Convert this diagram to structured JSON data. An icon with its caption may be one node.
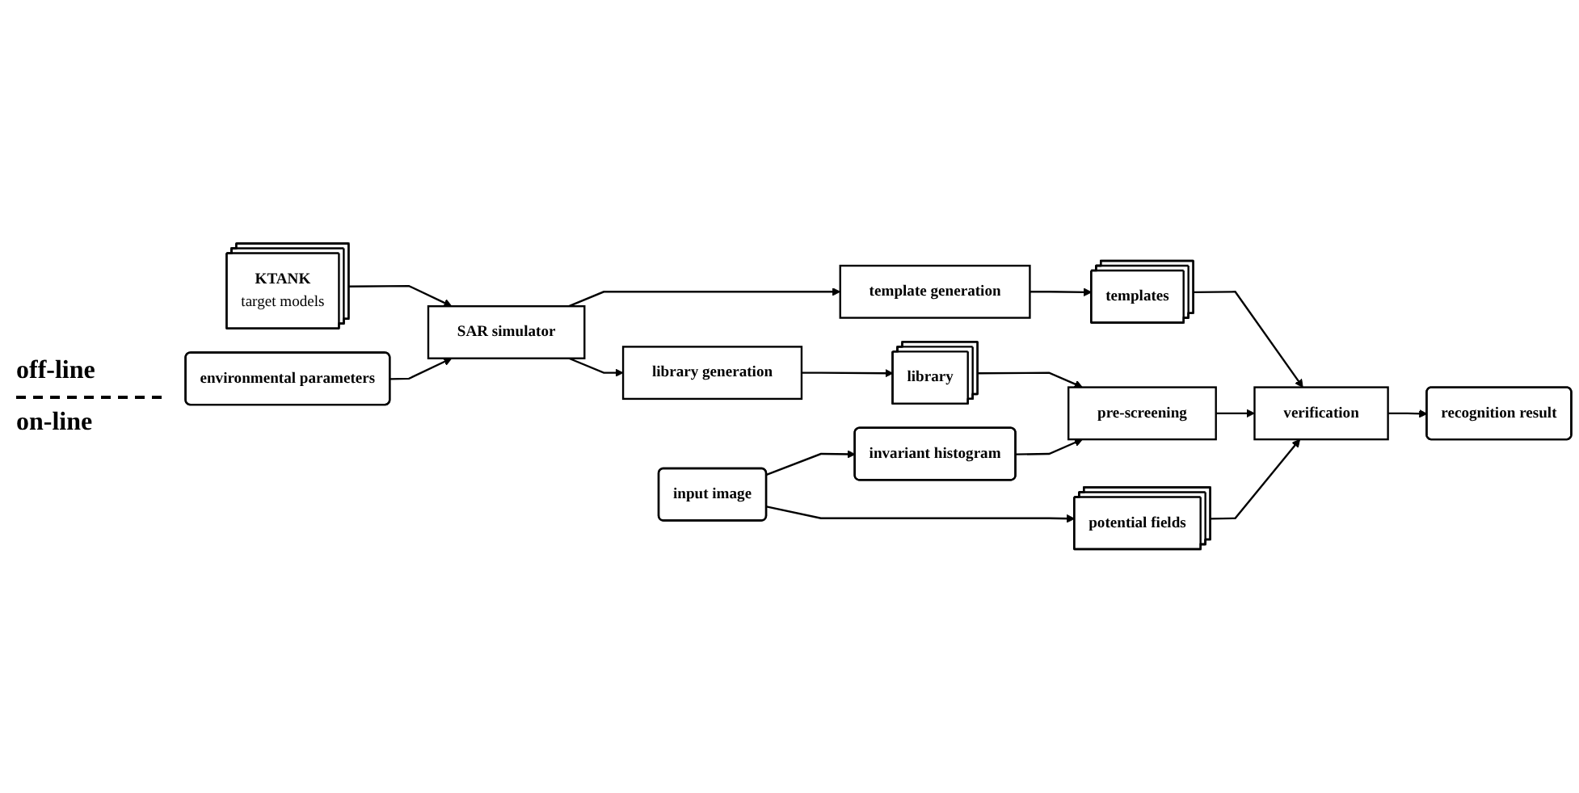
{
  "diagram": {
    "nodes": [
      {
        "text": [
          "KTANK",
          "target models"
        ]
      },
      {
        "text": [
          "environmental parameters"
        ]
      },
      {
        "text": [
          "SAR simulator"
        ]
      },
      {
        "text": [
          "template generation"
        ]
      },
      {
        "text": [
          "library generation"
        ]
      },
      {
        "text": [
          "templates"
        ]
      },
      {
        "text": [
          "library"
        ]
      },
      {
        "text": [
          "input image"
        ]
      },
      {
        "text": [
          "invariant histogram"
        ]
      },
      {
        "text": [
          "pre-screening"
        ]
      },
      {
        "text": [
          "verification"
        ]
      },
      {
        "text": [
          "recognition result"
        ]
      },
      {
        "text": [
          "potential fields"
        ]
      }
    ],
    "edges": [
      {
        "from": 0,
        "to": 2,
        "arrow": "to"
      },
      {
        "from": 1,
        "to": 2,
        "arrow": "to"
      },
      {
        "from": 2,
        "to": 3,
        "arrow": "to"
      },
      {
        "from": 2,
        "to": 4,
        "arrow": "to"
      },
      {
        "from": 3,
        "to": 5,
        "arrow": "to"
      },
      {
        "from": 4,
        "to": 6,
        "arrow": "to"
      },
      {
        "from": 6,
        "to": 9,
        "arrow": "to"
      },
      {
        "from": 5,
        "to": 10,
        "arrow": "to"
      },
      {
        "from": 7,
        "to": 8,
        "arrow": "to"
      },
      {
        "from": 7,
        "to": 12,
        "arrow": "to"
      },
      {
        "from": 8,
        "to": 9,
        "arrow": "to"
      },
      {
        "from": 9,
        "to": 10,
        "arrow": "to"
      },
      {
        "from": 10,
        "to": 11,
        "arrow": "to"
      },
      {
        "from": 12,
        "to": 10,
        "arrow": "to"
      }
    ],
    "labels": [
      "off-line",
      "on-line"
    ]
  }
}
